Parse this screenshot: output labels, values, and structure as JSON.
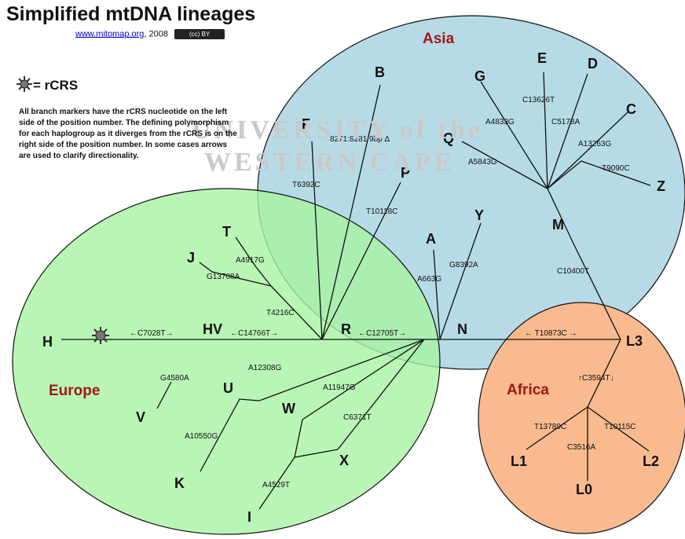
{
  "title": "Simplified mtDNA lineages",
  "subtitle": {
    "link": "www.mitomap.org",
    "year": ", 2008",
    "license_badge": "(cc) BY"
  },
  "legend": {
    "symbol_name": "sun-icon",
    "label": "= rCRS"
  },
  "note": "All branch markers have the rCRS nucleotide on the left side of the position number. The defining polymorphism for each haplogroup as it diverges from the rCRS is on the right side of the position number. In some cases arrows are used to clarify directionality.",
  "watermark": {
    "line1": "UNIVERSITY of the",
    "line2": "WESTERN CAPE"
  },
  "regions": {
    "asia": "Asia",
    "europe": "Europe",
    "africa": "Africa"
  },
  "colors": {
    "asia": "#a9d5e3",
    "europe": "#a8f3a3",
    "africa": "#f8ba8e",
    "region_label": "#a01818"
  },
  "haplogroups": {
    "H": "H",
    "HV": "HV",
    "R": "R",
    "N": "N",
    "L3": "L3",
    "M": "M",
    "B": "B",
    "F": "F",
    "P": "P",
    "A": "A",
    "Y": "Y",
    "G": "G",
    "E": "E",
    "D": "D",
    "C": "C",
    "Q": "Q",
    "Z": "Z",
    "T": "T",
    "J": "J",
    "U": "U",
    "K": "K",
    "V": "V",
    "W": "W",
    "X": "X",
    "I": "I",
    "L1": "L1",
    "L0": "L0",
    "L2": "L2"
  },
  "markers": {
    "c7028t": "←C7028T→",
    "c14766t": "←C14766T→",
    "c12705t": "←C12705T→",
    "t10873c": "← T10873C →",
    "b": "8271:8281 9bp Δ",
    "f": "T6392C",
    "p": "T10118C",
    "a": "A663G",
    "y": "G8392A",
    "m": "C10400T",
    "g": "A4833G",
    "e": "C13626T",
    "d": "C5178A",
    "c": "A13263G",
    "z": "T9090C",
    "q": "A5843G",
    "t": "A4917G",
    "j": "G13708A",
    "tj": "T4216C",
    "u": "A12308G",
    "k": "A10550G",
    "v": "G4580A",
    "w": "A11947G",
    "x": "C6371T",
    "i": "A4529T",
    "l3": "↑C3594T↓",
    "l1": "T13789C",
    "l0": "C3516A",
    "l2": "T10115C"
  }
}
